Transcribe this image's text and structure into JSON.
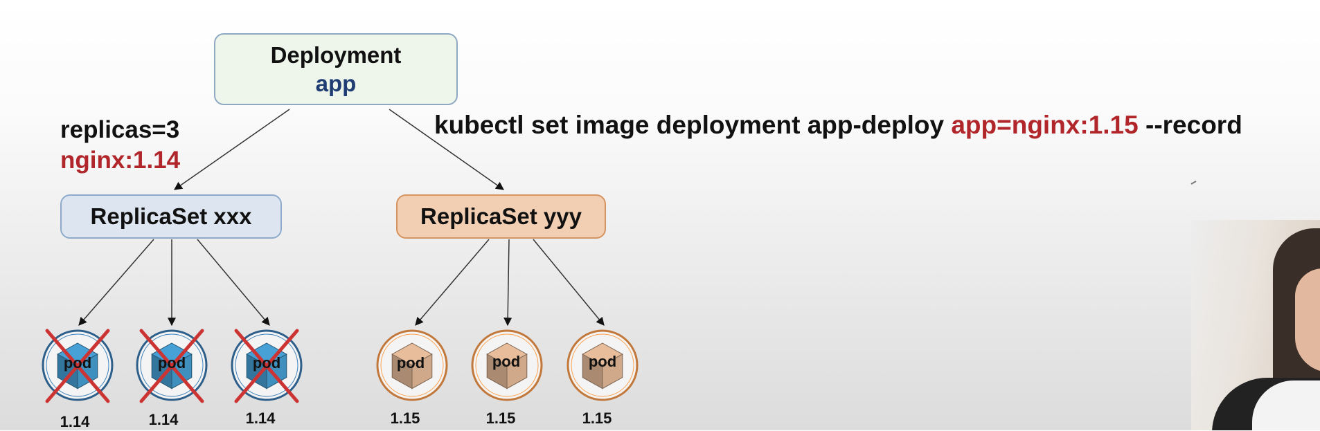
{
  "deployment": {
    "title": "Deployment",
    "name": "app"
  },
  "replicas_label": "replicas=3",
  "old_image": "nginx:1.14",
  "command": {
    "prefix": "kubectl set image deployment app-deploy ",
    "highlight": "app=nginx:1.15",
    "suffix": " --record"
  },
  "replicaset_old": {
    "label": "ReplicaSet xxx"
  },
  "replicaset_new": {
    "label": "ReplicaSet yyy"
  },
  "old_pods": [
    {
      "label": "pod",
      "version": "1.14",
      "terminated": true
    },
    {
      "label": "pod",
      "version": "1.14",
      "terminated": true
    },
    {
      "label": "pod",
      "version": "1.14",
      "terminated": true
    }
  ],
  "new_pods": [
    {
      "label": "pod",
      "version": "1.15",
      "terminated": false
    },
    {
      "label": "pod",
      "version": "1.15",
      "terminated": false
    },
    {
      "label": "pod",
      "version": "1.15",
      "terminated": false
    }
  ],
  "colors": {
    "old_accent": "#2d5f8a",
    "old_cube": "#3f8fbf",
    "new_accent": "#c2783b",
    "new_cube": "#cfa98a",
    "cross": "#cc3333",
    "highlight_text": "#b0262a"
  }
}
